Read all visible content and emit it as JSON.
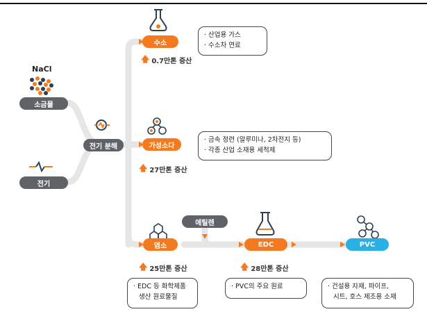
{
  "source": {
    "salt_formula": "NaCl",
    "salt_label": "소금물",
    "electricity_label": "전기"
  },
  "process": {
    "label": "전기 분해"
  },
  "products": {
    "hydrogen": {
      "label": "수소",
      "increase": "0.7만톤 증산",
      "uses": [
        "· 산업용 가스",
        "· 수소차 연료"
      ]
    },
    "caustic_soda": {
      "label": "가성소다",
      "increase": "27만톤 증산",
      "uses": [
        "· 금속 정련 (알루미나, 2차전지 등)",
        "· 각종 산업 소재용 세척제"
      ]
    },
    "chlorine": {
      "label": "염소",
      "increase": "25만톤 증산",
      "uses": [
        "· EDC 등 화학제품",
        "생산 원료물질"
      ]
    },
    "ethylene": {
      "label": "에틸렌"
    },
    "edc": {
      "label": "EDC",
      "increase": "28만톤 증산",
      "uses": [
        "· PVC의 주요 원료"
      ]
    },
    "pvc": {
      "label": "PVC",
      "uses": [
        "· 건설용 자재, 파이프,",
        "시트, 호스 제조용 소재"
      ]
    }
  },
  "colors": {
    "accent": "#f47a20",
    "neutral": "#5f6368",
    "pvc": "#2bb0e6",
    "flow_line": "#e3e3e3"
  }
}
